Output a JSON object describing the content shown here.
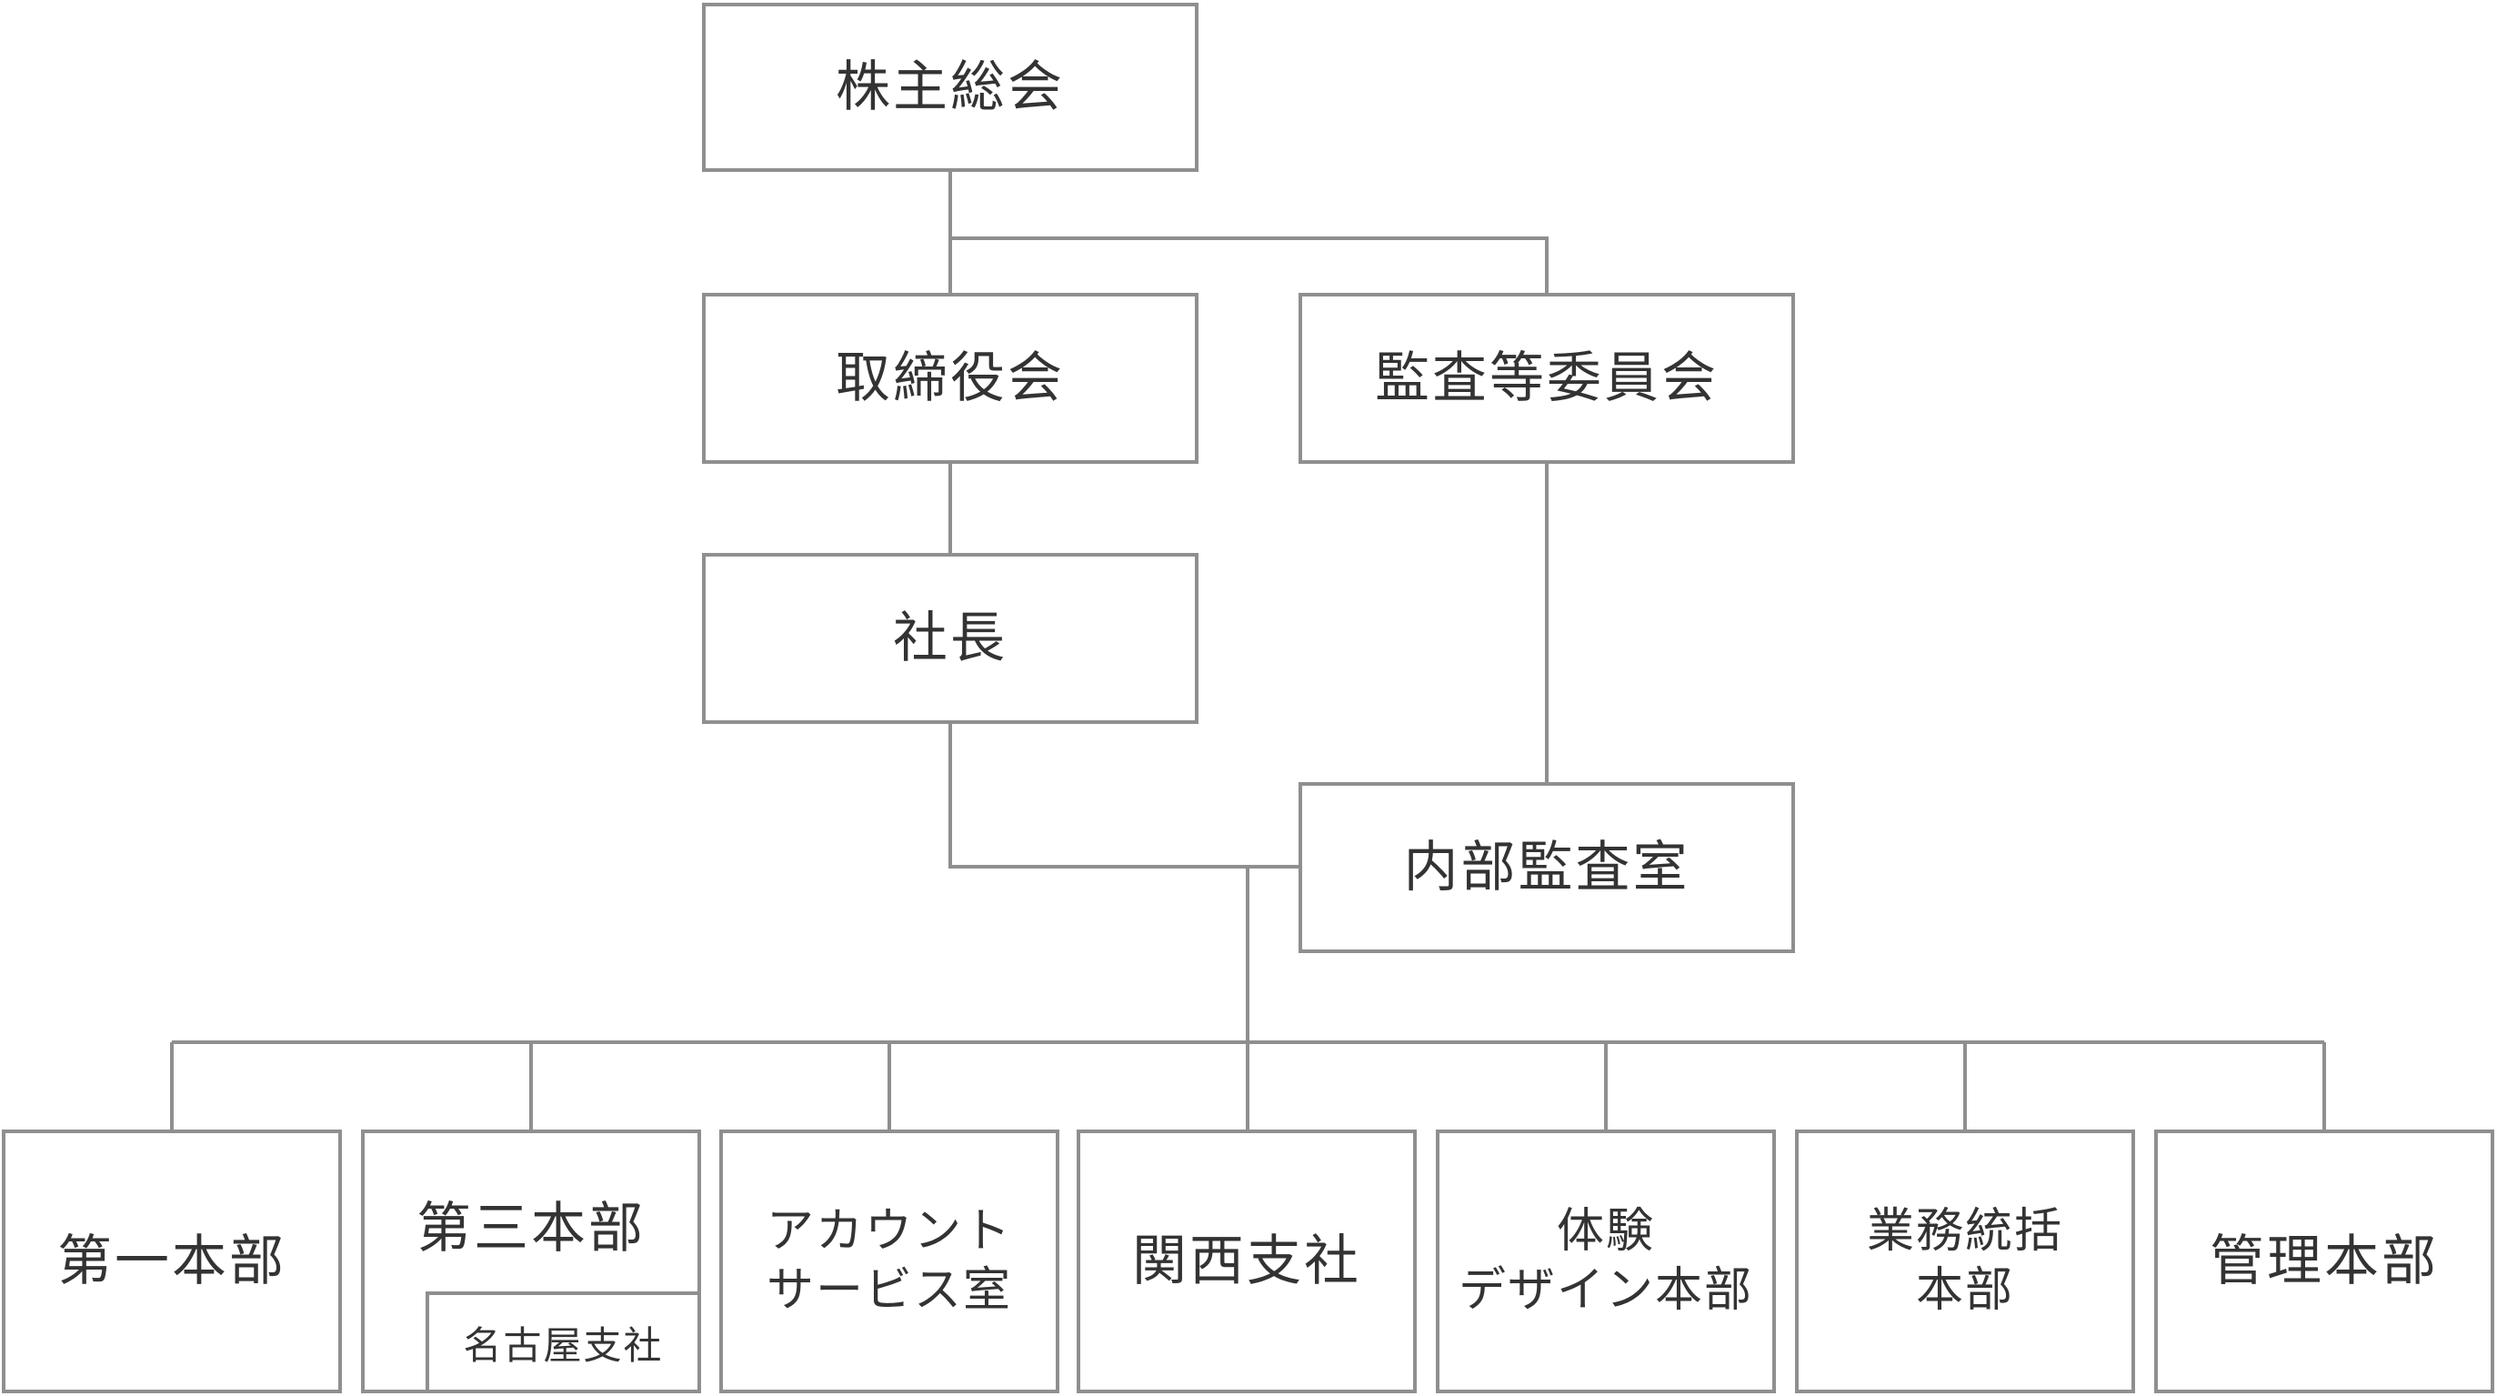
{
  "chart": {
    "top": {
      "shareholders": "株主総会",
      "board": "取締役会",
      "audit_committee": "監査等委員会",
      "president": "社長",
      "internal_audit": "内部監査室"
    },
    "departments": [
      {
        "label": "第一本部"
      },
      {
        "label": "第三本部",
        "sub": "名古屋支社"
      },
      {
        "label": "アカウント\nサービス室"
      },
      {
        "label": "関西支社"
      },
      {
        "label": "体験\nデザイン本部"
      },
      {
        "label": "業務統括\n本部"
      },
      {
        "label": "管理本部"
      }
    ]
  },
  "colors": {
    "line": "#8f8f8f",
    "text": "#333333",
    "background": "#ffffff"
  }
}
